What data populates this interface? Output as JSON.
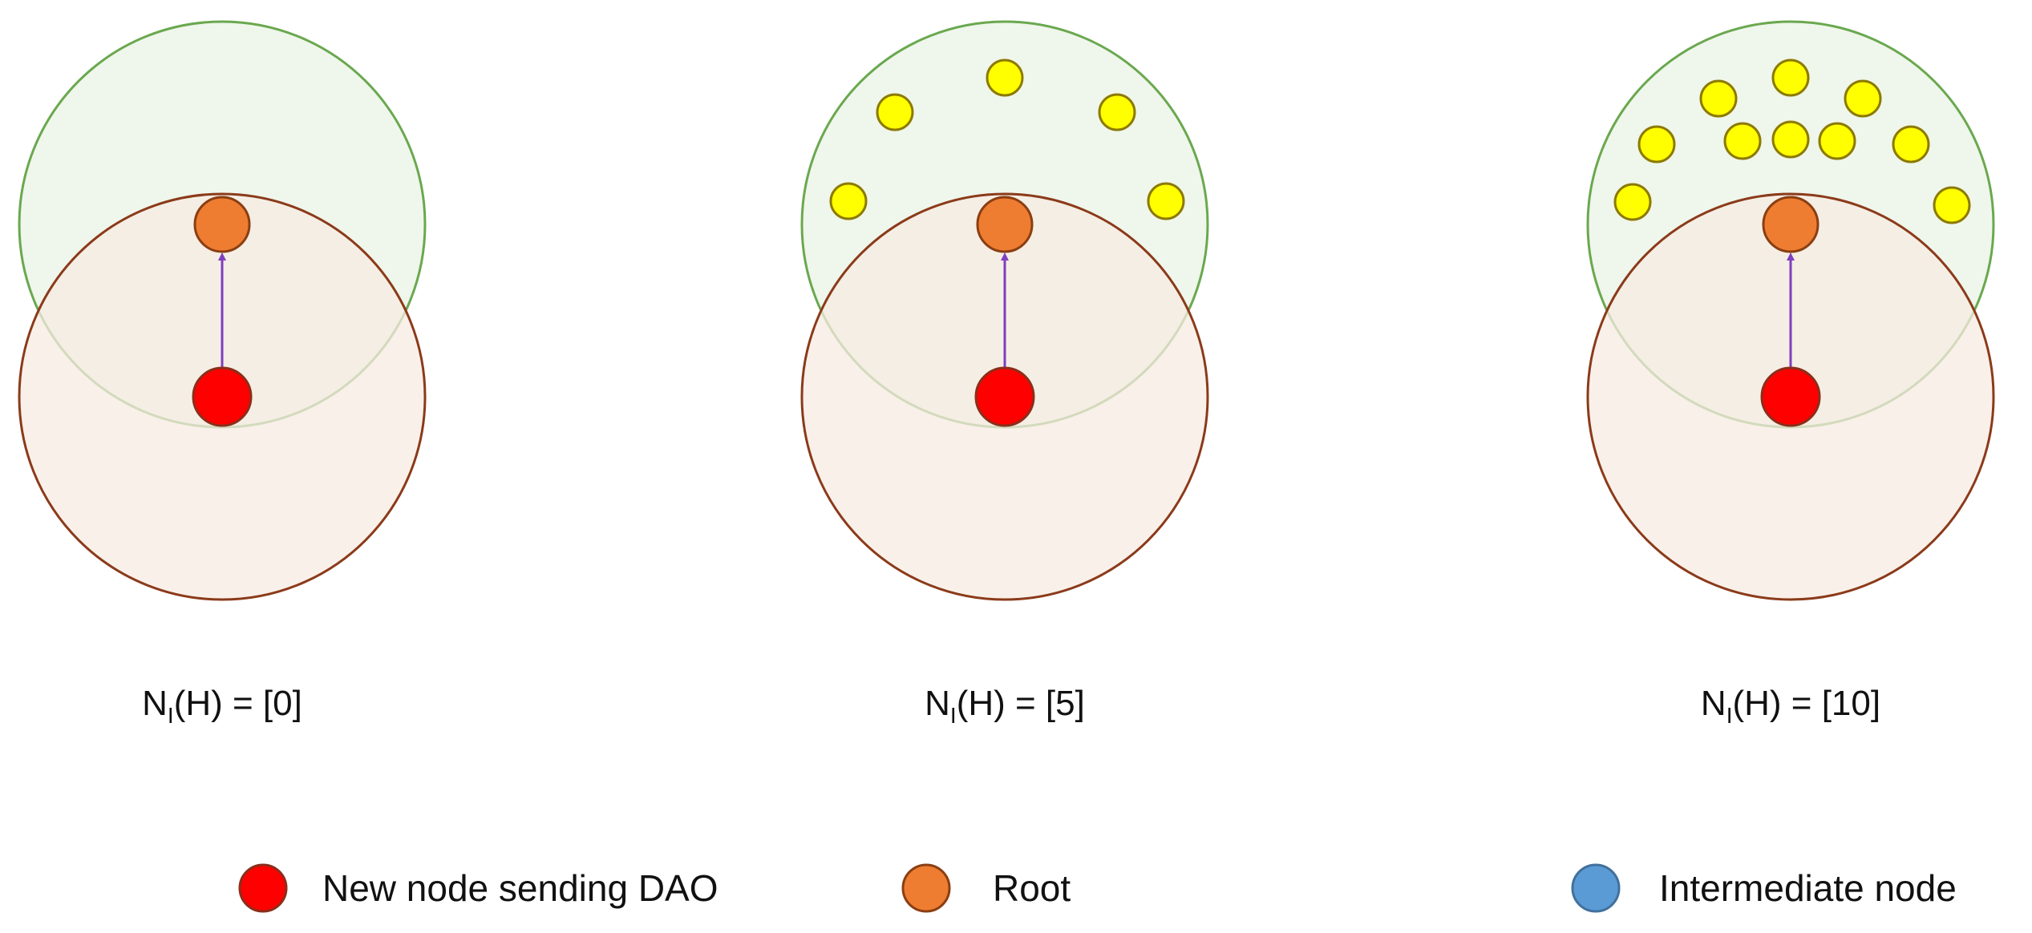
{
  "panels": [
    {
      "label_prefix": "N",
      "label_sub": "I",
      "label_suffix": "(H) = [0]",
      "intermediate_count": 0
    },
    {
      "label_prefix": "N",
      "label_sub": "I",
      "label_suffix": "(H) = [5]",
      "intermediate_count": 5
    },
    {
      "label_prefix": "N",
      "label_sub": "I",
      "label_suffix": "(H) = [10]",
      "intermediate_count": 10
    }
  ],
  "legend": [
    {
      "label": "New node sending DAO",
      "color": "#ff0000",
      "stroke": "#8b2e1a"
    },
    {
      "label": "Root",
      "color": "#ee7d31",
      "stroke": "#8b3e12"
    },
    {
      "label": "Intermediate node",
      "color": "#5b9bd5",
      "stroke": "#41719c"
    }
  ],
  "colors": {
    "root_range_fill": "#e9f3e4",
    "root_range_stroke": "#6aa84f",
    "node_range_fill": "#f7ebe2",
    "node_range_stroke": "#8b3a1a",
    "arrow": "#7f3fbf",
    "neighbor_fill": "#ffff00",
    "neighbor_stroke": "#8c7a00"
  }
}
